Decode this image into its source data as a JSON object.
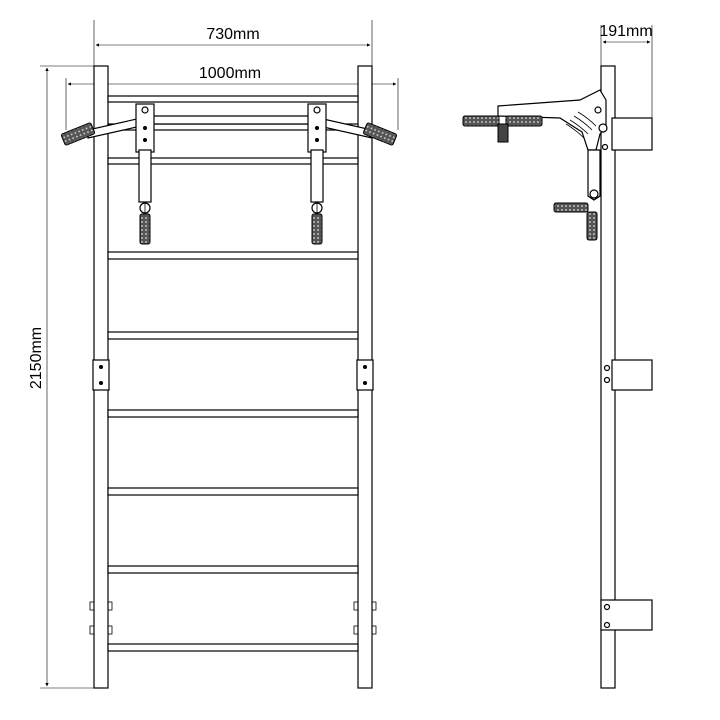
{
  "dimensions": {
    "inner_width": "730mm",
    "outer_width": "1000mm",
    "height": "2150mm",
    "depth": "191mm"
  },
  "colors": {
    "line": "#000000",
    "grip": "#444444",
    "background": "#ffffff"
  }
}
